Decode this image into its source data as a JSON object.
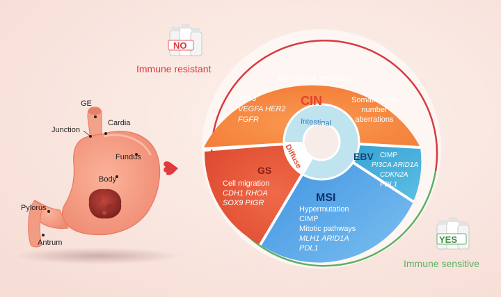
{
  "badges": {
    "resistant": {
      "icon_text": "NO",
      "label": "Immune resistant"
    },
    "sensitive": {
      "icon_text": "YES",
      "label": "Immune sensitive"
    }
  },
  "stomach": {
    "labels": [
      "GE",
      "Cardia",
      "Junction",
      "Fundus",
      "Body",
      "Pylorus",
      "Antrum"
    ]
  },
  "wheel": {
    "inner_ring": {
      "intestinal": "Intestinal",
      "diffuse": "Diffuse"
    },
    "cin": {
      "title": "CIN",
      "top_feature": "RTK-RASA activation",
      "genes": [
        "TP53",
        "VEGFA HER2",
        "FGFR"
      ],
      "features": [
        "Somatic copy",
        "number",
        "aberrations"
      ]
    },
    "ebv": {
      "title": "EBV",
      "feature": "CIMP",
      "genes": [
        "PI3CA  ARID1A",
        "CDKN2A",
        "PDL1"
      ]
    },
    "gs": {
      "title": "GS",
      "feature": "Cell migration",
      "genes": [
        "CDH1  RHOA",
        "SOX9  PIGR"
      ]
    },
    "msi": {
      "title": "MSI",
      "features": [
        "Hypermutation",
        "CIMP",
        "Mitotic pathways"
      ],
      "genes": [
        "MLH1  ARID1A",
        "PDL1"
      ]
    }
  },
  "colors": {
    "cin": "#f58d45",
    "gs": "#e85a3c",
    "msi": "#4a9ee6",
    "ebv": "#41a8d4",
    "inner_ring": "#bfe3ef",
    "resistant": "#d83a3f",
    "sensitive": "#5db063",
    "background": "#fbe9e4"
  }
}
